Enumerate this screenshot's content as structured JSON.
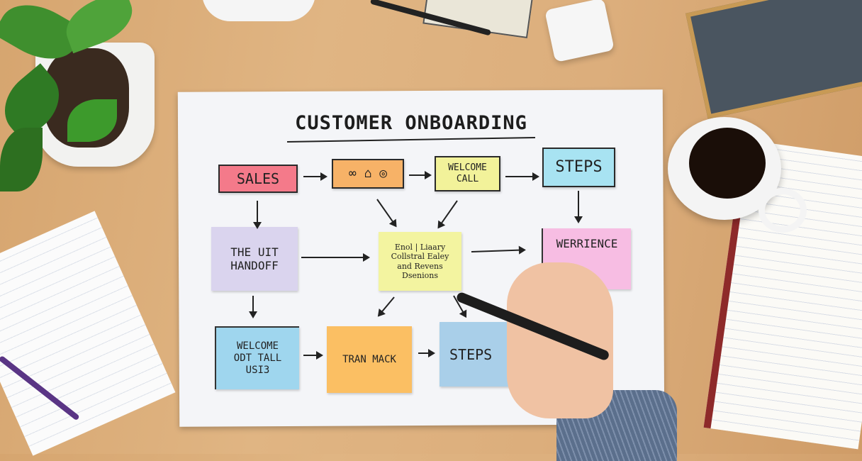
{
  "scene": "desk-flowchart",
  "flowchart": {
    "title": "CUSTOMER ONBOARDING",
    "notes": {
      "sales": "SALES",
      "welcome_call": "WELCOME CALL",
      "steps_top": "STEPS",
      "handoff": "THE UIT HANDOFF",
      "center": "Enol | Liaary Collstral Ealey and Revens Dsenions",
      "experience": "WERRIENCE",
      "welcome_bottom": "WELCOME ODT TALL USI3",
      "tran_mack": "TRAN MACK",
      "steps_bottom": "STEPS"
    },
    "colors": {
      "sales": "#f47a8a",
      "orange": "#f7b267",
      "yellow": "#f2f29a",
      "blue": "#a8e3f2",
      "lavender": "#dad4ee",
      "pink": "#f7bde3",
      "light_blue": "#a9cfe9",
      "amber": "#fbbf63"
    }
  }
}
